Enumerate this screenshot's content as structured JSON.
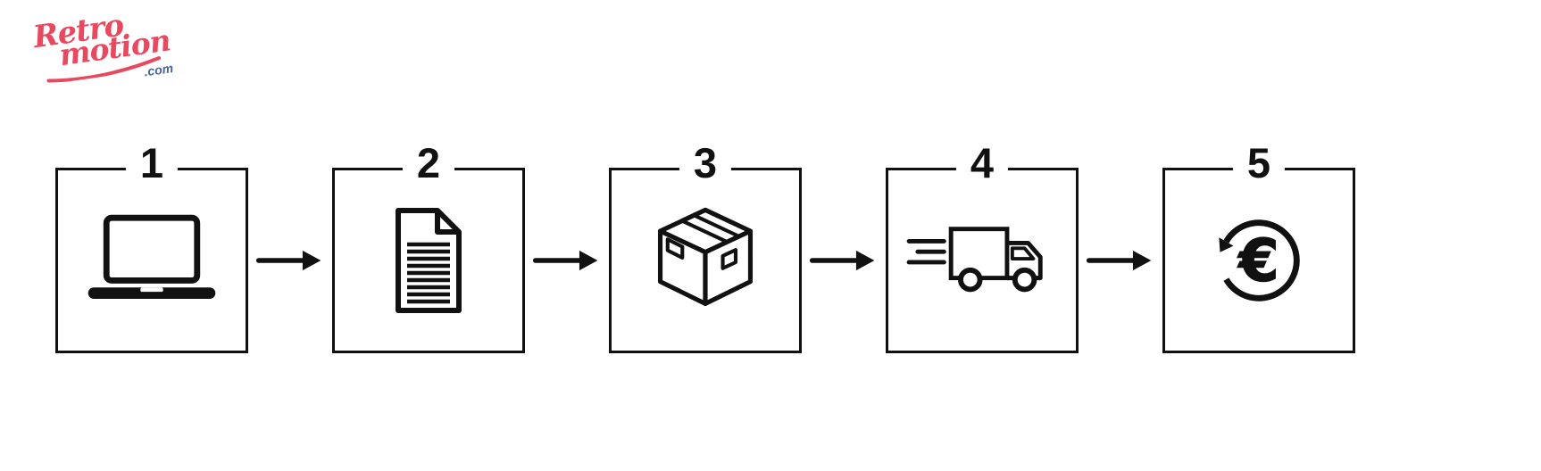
{
  "page": {
    "background": "#ffffff"
  },
  "logo": {
    "part1": "Retro",
    "part2": "motion",
    "tld": ".com",
    "color_main": "#e8495f",
    "color_tld": "#44639f"
  },
  "flow": {
    "ink_color": "#111111",
    "connector_icon": "arrow-right-icon",
    "steps": [
      {
        "number": "1",
        "icon": "laptop-icon"
      },
      {
        "number": "2",
        "icon": "document-icon"
      },
      {
        "number": "3",
        "icon": "package-icon"
      },
      {
        "number": "4",
        "icon": "delivery-truck-icon"
      },
      {
        "number": "5",
        "icon": "euro-refund-icon"
      }
    ]
  }
}
